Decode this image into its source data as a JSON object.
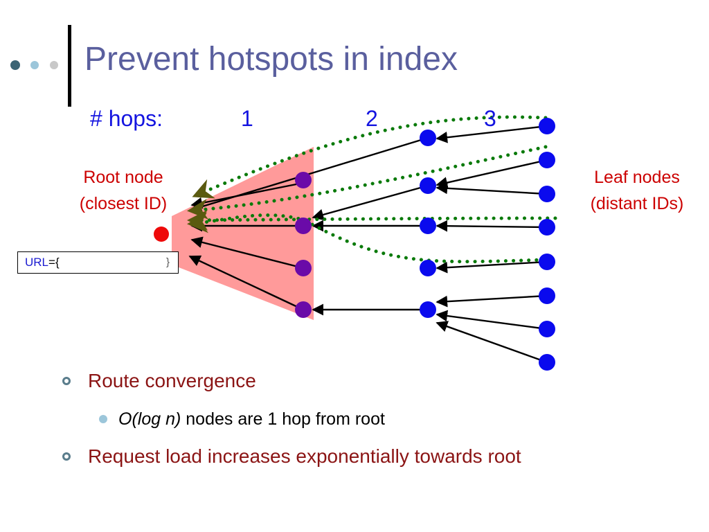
{
  "slide": {
    "title": "Prevent hotspots in index"
  },
  "diagram": {
    "hops_label": "# hops:",
    "hop_numbers": [
      "1",
      "2",
      "3"
    ],
    "root_label_line1": "Root node",
    "root_label_line2": "(closest ID)",
    "leaf_label_line1": "Leaf nodes",
    "leaf_label_line2": "(distant IDs)",
    "url_key": "URL",
    "url_eq": "={",
    "url_close": "}"
  },
  "bullets": [
    {
      "text": "Route convergence"
    },
    {
      "italic": "O(log n)",
      "rest": " nodes are 1 hop from root"
    },
    {
      "text": "Request load increases exponentially towards root"
    }
  ],
  "colors": {
    "title": "#5a5f9e",
    "labels_red": "#cc0000",
    "hops_blue": "#1414e0",
    "node_blue": "#0a0aee",
    "node_purple": "#6a0aa8",
    "root_red": "#ee0a0a",
    "highlight": "#ff9a9a",
    "path_green": "#0a7a0a",
    "bullet_text": "#8b1414"
  }
}
